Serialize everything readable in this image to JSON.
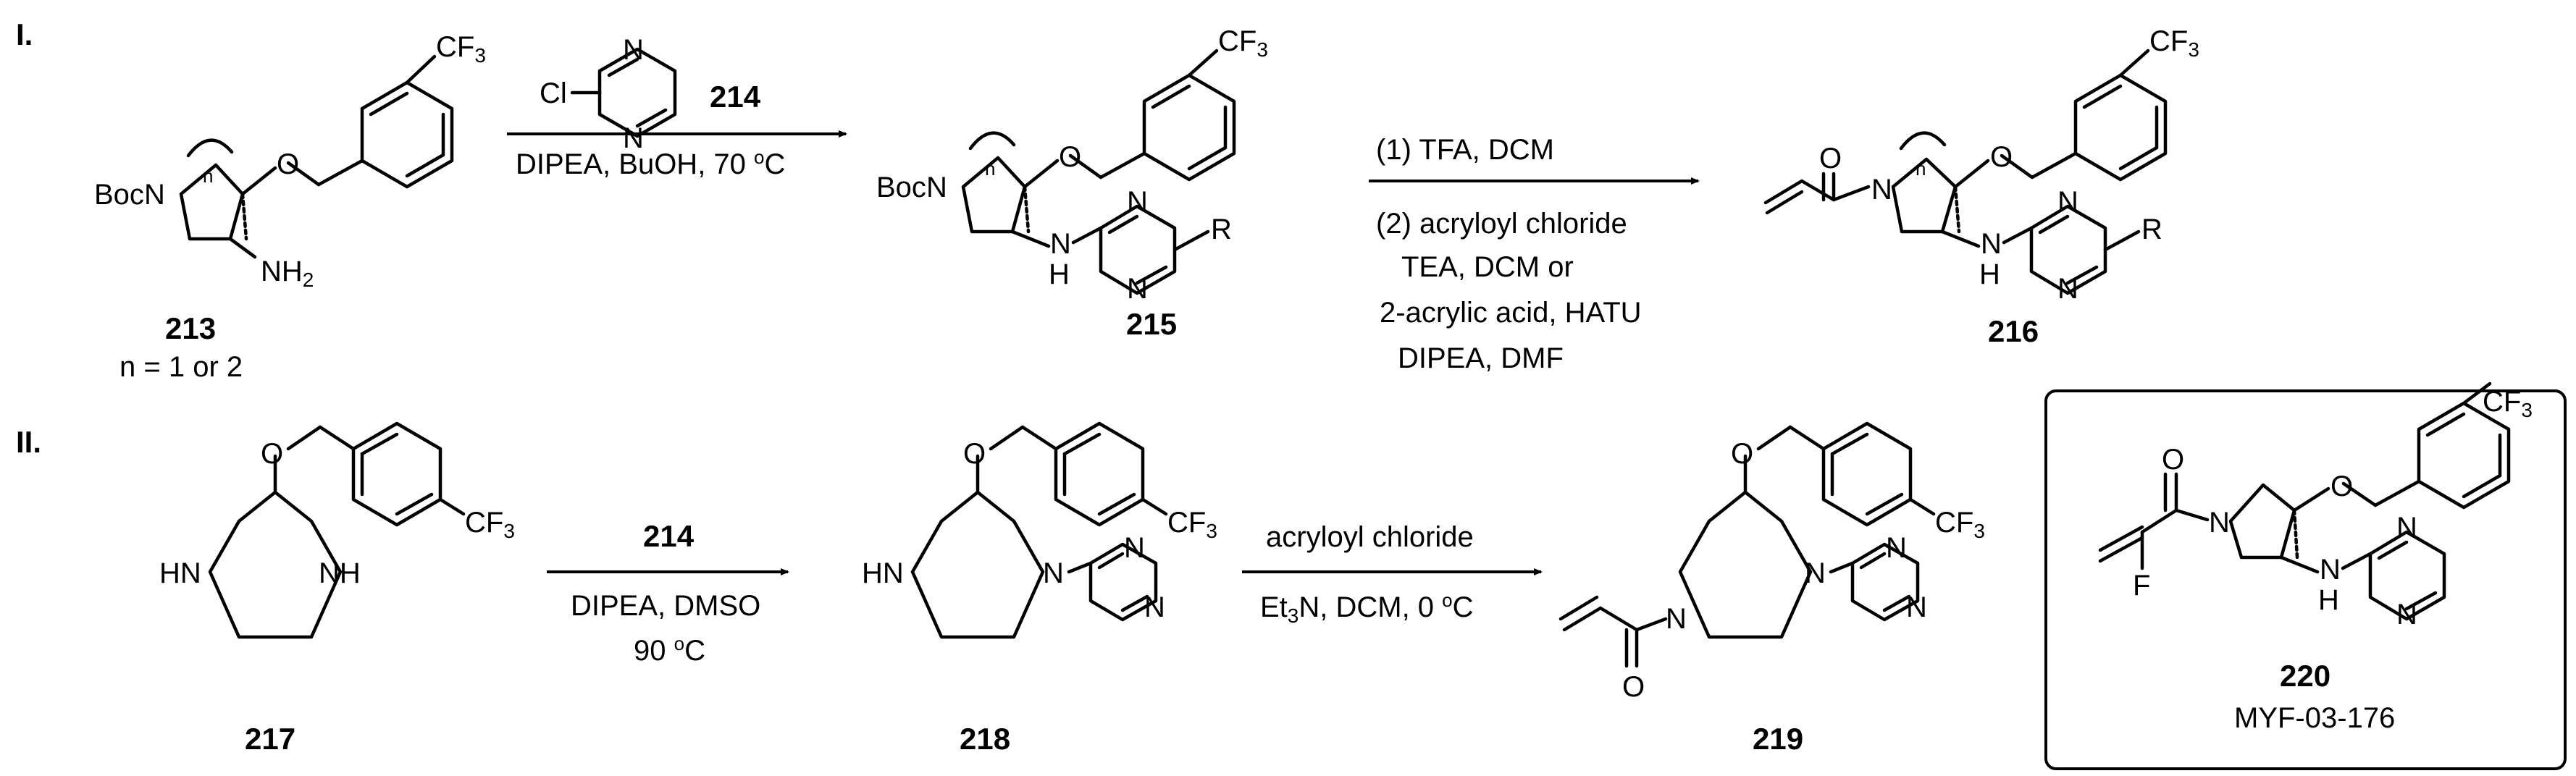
{
  "parts": {
    "one": "I",
    "two": "II"
  },
  "compounds": {
    "c213": {
      "number": "213",
      "note": "n = 1 or 2",
      "boc": "Boc",
      "n_ring": "N",
      "n_sub": "n",
      "oxygen": "O",
      "amine": "NH",
      "amine_sub": "2",
      "cf": "CF",
      "cf_sub": "3"
    },
    "c214": {
      "number": "214",
      "cl": "Cl",
      "n_top": "N",
      "n_bottom": "N"
    },
    "c215": {
      "number": "215",
      "boc": "Boc",
      "n_ring": "N",
      "n_sub": "n",
      "oxygen": "O",
      "nh_n": "N",
      "nh_h": "H",
      "pyr_n1": "N",
      "pyr_n2": "N",
      "r": "R",
      "cf": "CF",
      "cf_sub": "3"
    },
    "c216": {
      "number": "216",
      "oxygen_carbonyl": "O",
      "n_ring": "N",
      "n_sub": "n",
      "oxygen": "O",
      "nh_n": "N",
      "nh_h": "H",
      "pyr_n1": "N",
      "pyr_n2": "N",
      "r": "R",
      "cf": "CF",
      "cf_sub": "3"
    },
    "c217": {
      "number": "217",
      "oxygen": "O",
      "hn": "HN",
      "nh": "NH",
      "cf": "CF",
      "cf_sub": "3"
    },
    "c218": {
      "number": "218",
      "oxygen": "O",
      "hn": "HN",
      "n_ring": "N",
      "pyr_n1": "N",
      "pyr_n2": "N",
      "cf": "CF",
      "cf_sub": "3"
    },
    "c219": {
      "number": "219",
      "oxygen": "O",
      "oxygen_carbonyl": "O",
      "n_left": "N",
      "n_right": "N",
      "pyr_n1": "N",
      "pyr_n2": "N",
      "cf": "CF",
      "cf_sub": "3"
    },
    "c220": {
      "number": "220",
      "code": "MYF-03-176",
      "oxygen_carbonyl": "O",
      "n_ring": "N",
      "oxygen": "O",
      "fluorine": "F",
      "nh_n": "N",
      "nh_h": "H",
      "pyr_n1": "N",
      "pyr_n2": "N",
      "cf": "CF",
      "cf_sub": "3"
    }
  },
  "conditions": {
    "step1_reagent": "214",
    "step1_below": "DIPEA, BuOH, 70 ",
    "step1_deg": "o",
    "step1_unit": "C",
    "step2_line1": "(1) TFA, DCM",
    "step2_line2": "(2) acryloyl chloride",
    "step2_line3": "TEA, DCM  or",
    "step2_line4": "2-acrylic acid, HATU",
    "step2_line5": "DIPEA, DMF",
    "step3_reagent": "214",
    "step3_below1": "DIPEA, DMSO",
    "step3_below2": "90 ",
    "step3_deg": "o",
    "step3_unit": "C",
    "step4_above": "acryloyl chloride",
    "step4_below_a": "Et",
    "step4_below_sub": "3",
    "step4_below_b": "N, DCM, 0 ",
    "step4_deg": "o",
    "step4_unit": "C"
  }
}
